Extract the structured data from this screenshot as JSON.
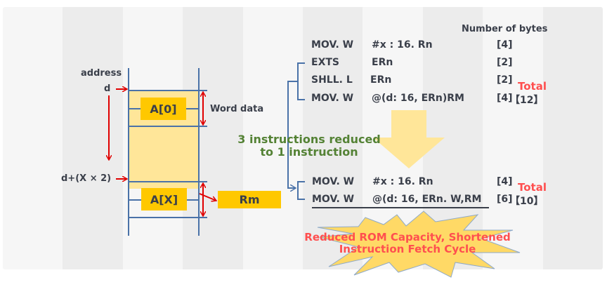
{
  "memory_diagram": {
    "address_label": "address",
    "start_address": "d",
    "offset_address": "d+(X × 2)",
    "element_first": "A[0]",
    "element_x": "A[X]",
    "word_label": "Word data",
    "register": "Rm"
  },
  "bytes_header": "Number of bytes",
  "before": {
    "instructions": [
      {
        "op": "MOV. W",
        "operand": "#x : 16. Rn",
        "bytes": "[4]"
      },
      {
        "op": "EXTS",
        "operand": "ERn",
        "bytes": "[2]"
      },
      {
        "op": "SHLL. L",
        "operand": "ERn",
        "bytes": "[2]"
      },
      {
        "op": "MOV. W",
        "operand": "@(d: 16, ERn)RM",
        "bytes": "[4]"
      }
    ],
    "total_label": "Total",
    "total_value": "【12】"
  },
  "reduction_note": [
    "3 instructions reduced",
    "to 1 instruction"
  ],
  "after": {
    "instructions": [
      {
        "op": "MOV. W",
        "operand": "#x : 16. Rn",
        "bytes": "[4]"
      },
      {
        "op": "MOV. W",
        "operand": "@(d: 16, ERn. W,RM",
        "bytes": "[6]"
      }
    ],
    "total_label": "Total",
    "total_value": "【10】"
  },
  "result_burst": [
    "Reduced ROM Capacity, Shortened",
    "Instruction Fetch Cycle"
  ],
  "colors": {
    "accent_yellow": "#ffc800",
    "memory_fill": "#ffe699",
    "line_blue": "#4a72a8",
    "arrow_red": "#e00000",
    "highlight_red": "#ff4f4f",
    "note_green": "#548235"
  }
}
